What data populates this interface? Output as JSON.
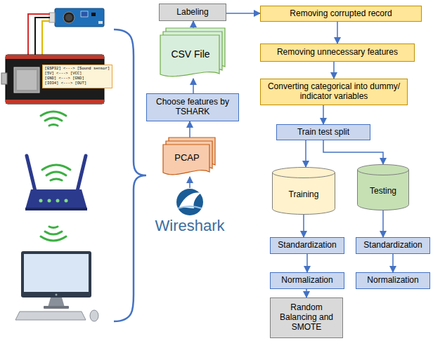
{
  "diagram": {
    "nodes": [
      {
        "text": [
          "Labeling"
        ]
      },
      {
        "text": [
          "CSV File"
        ]
      },
      {
        "text": [
          "Choose features by TSHARK"
        ]
      },
      {
        "text": [
          "PCAP"
        ]
      },
      {
        "text": [
          "Wireshark"
        ]
      },
      {
        "text": [
          "Removing corrupted record"
        ]
      },
      {
        "text": [
          "Removing unnecessary features"
        ]
      },
      {
        "text": [
          "Converting categorical into dummy/ indicator variables"
        ]
      },
      {
        "text": [
          "Train test split"
        ]
      },
      {
        "text": [
          "Training"
        ]
      },
      {
        "text": [
          "Testing"
        ]
      },
      {
        "text": [
          "Standardization"
        ]
      },
      {
        "text": [
          "Normalization"
        ]
      },
      {
        "text": [
          "Random Balancing and SMOTE"
        ]
      },
      {
        "text": [
          "Standardization"
        ]
      },
      {
        "text": [
          "Normalization"
        ]
      }
    ],
    "edges": [
      {
        "from": 4,
        "to": 3,
        "arrow": "to"
      },
      {
        "from": 3,
        "to": 2,
        "arrow": "to"
      },
      {
        "from": 2,
        "to": 1,
        "arrow": "to"
      },
      {
        "from": 1,
        "to": 0,
        "arrow": "to"
      },
      {
        "from": 0,
        "to": 5,
        "arrow": "to"
      },
      {
        "from": 5,
        "to": 6,
        "arrow": "to"
      },
      {
        "from": 6,
        "to": 7,
        "arrow": "to"
      },
      {
        "from": 7,
        "to": 8,
        "arrow": "to"
      },
      {
        "from": 8,
        "to": 9,
        "arrow": "to"
      },
      {
        "from": 8,
        "to": 10,
        "arrow": "to"
      },
      {
        "from": 9,
        "to": 11,
        "arrow": "to"
      },
      {
        "from": 11,
        "to": 12,
        "arrow": "to"
      },
      {
        "from": 12,
        "to": 13,
        "arrow": "to"
      },
      {
        "from": 10,
        "to": 14,
        "arrow": "to"
      },
      {
        "from": 14,
        "to": 15,
        "arrow": "to"
      }
    ],
    "labels": [
      "[ESP32] <---> [Sound sensor]",
      "[5V] <---> [VCC]",
      "[GND] <---> [GND]",
      "[IO34] <---> [OUT]"
    ]
  }
}
